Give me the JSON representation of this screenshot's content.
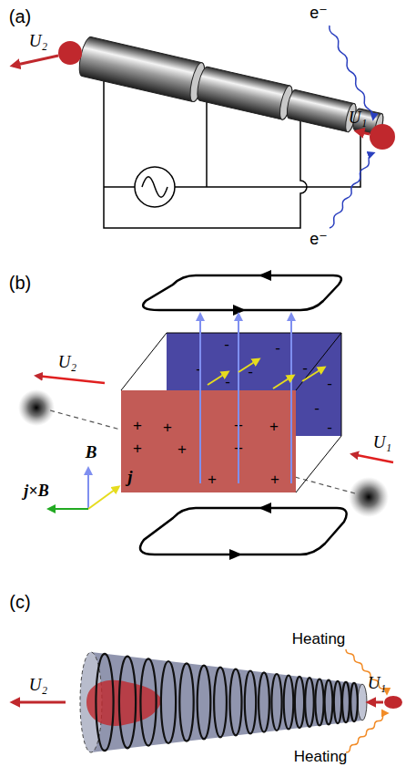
{
  "diagram": {
    "nodes": [
      {
        "text": [
          "-",
          "-",
          "-",
          "-",
          "-",
          "-",
          "-",
          "-",
          "-"
        ]
      },
      {
        "text": [
          "+",
          "+",
          "+",
          "+",
          "+",
          "+",
          "+",
          "+",
          "+"
        ]
      }
    ],
    "labels": [
      "(a)",
      "U₂",
      "U₁",
      "e⁻",
      "e⁻",
      "(b)",
      "U₂",
      "U₁",
      "B",
      "j×B",
      "j",
      "(c)",
      "Heating",
      "Heating",
      "U₂",
      "U₁"
    ]
  }
}
